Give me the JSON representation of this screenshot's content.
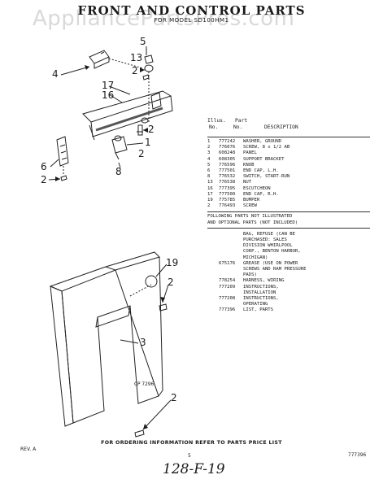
{
  "title": "FRONT AND CONTROL PARTS",
  "subtitle": "FOR MODEL SD100HM1",
  "watermark": "AppliancePartsPros.com",
  "callouts": [
    "5",
    "13",
    "4",
    "2",
    "17",
    "16",
    "2",
    "1",
    "2",
    "6",
    "2",
    "8",
    "19",
    "2",
    "3",
    "2"
  ],
  "table": {
    "header": {
      "illus": "Illus.",
      "no": "No.",
      "part": "Part",
      "part_no": "No.",
      "description": "DESCRIPTION"
    },
    "rows": [
      {
        "illus": "1",
        "part": "777242",
        "desc": "WASHER, GROUND"
      },
      {
        "illus": "2",
        "part": "776076",
        "desc": "SCREW, 8 x 1/2 AB"
      },
      {
        "illus": "3",
        "part": "608248",
        "desc": "PANEL"
      },
      {
        "illus": "4",
        "part": "608305",
        "desc": "SUPPORT BRACKET"
      },
      {
        "illus": "5",
        "part": "776596",
        "desc": "KNOB"
      },
      {
        "illus": "6",
        "part": "777501",
        "desc": "END CAP, L.H."
      },
      {
        "illus": "8",
        "part": "776532",
        "desc": "SWITCH, START-RUN"
      },
      {
        "illus": "13",
        "part": "776538",
        "desc": "NUT"
      },
      {
        "illus": "16",
        "part": "777395",
        "desc": "ESCUTCHEON"
      },
      {
        "illus": "17",
        "part": "777500",
        "desc": "END CAP, R.H."
      },
      {
        "illus": "19",
        "part": "775785",
        "desc": "BUMPER"
      },
      {
        "illus": "2",
        "part": "776493",
        "desc": "SCREW"
      }
    ],
    "notes_heading_1": "FOLLOWING PARTS NOT ILLUSTRATED",
    "notes_heading_2": "AND OPTIONAL PARTS (NOT INCLUDED)",
    "notes": [
      {
        "part": "",
        "lines": [
          "BAG, REFUSE (CAN BE",
          "PURCHASED: SALES",
          "DIVISION WHIRLPOOL",
          "CORP., BENTON HARBOR,",
          "MICHIGAN)"
        ]
      },
      {
        "part": "675176",
        "lines": [
          "GREASE (USE ON POWER",
          "SCREWS AND RAM PRESSURE",
          "PADS)"
        ]
      },
      {
        "part": "778254",
        "lines": [
          "HARNESS, WIRING"
        ]
      },
      {
        "part": "777209",
        "lines": [
          "INSTRUCTIONS,",
          "INSTALLATION"
        ]
      },
      {
        "part": "777208",
        "lines": [
          "INSTRUCTIONS,",
          "OPERATING"
        ]
      },
      {
        "part": "777396",
        "lines": [
          "LIST, PARTS"
        ]
      }
    ]
  },
  "cp_label": "CP 7296",
  "order_note": "FOR ORDERING INFORMATION REFER TO PARTS PRICE LIST",
  "revision": "REV. A",
  "page_number": "5",
  "doc_number": "777396",
  "handwritten": "128-F-19"
}
